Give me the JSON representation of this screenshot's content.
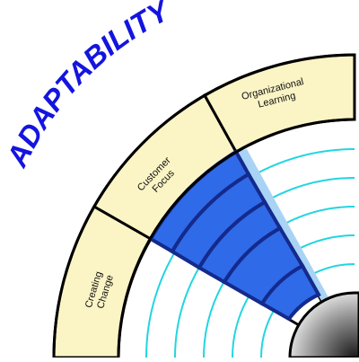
{
  "diagram": {
    "title": "ADAPTABILITY",
    "segments": [
      {
        "line1": "Creating",
        "line2": "Change"
      },
      {
        "line1": "Customer",
        "line2": "Focus"
      },
      {
        "line1": "Organizational",
        "line2": "Learning"
      }
    ],
    "active_segment": "Customer Focus",
    "highlighted_levels": 4,
    "colors": {
      "title": "#1414e0",
      "band": "#fbf4c5",
      "highlight": "#2f6ae8",
      "highlight_dark": "#142a8c",
      "highlight_light": "#a9d3f5",
      "rings": "#22d5e0",
      "outline": "#000000"
    }
  }
}
